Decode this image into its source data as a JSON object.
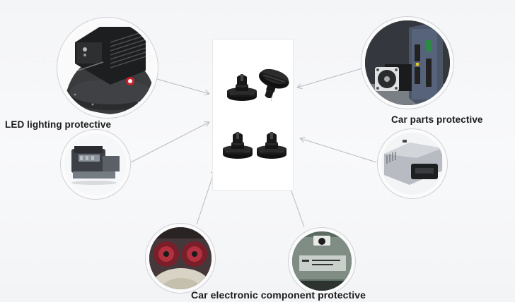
{
  "labels": {
    "led": "LED lighting protective",
    "car_parts": "Car parts protective",
    "car_electronic": "Car electronic component protective"
  },
  "center": {
    "product": "black-plastic-snap-rivet-clips",
    "count": 4
  },
  "images": [
    {
      "id": "led-lamp",
      "icon": "led-high-bay-lamp-image"
    },
    {
      "id": "engine",
      "icon": "car-engine-image"
    },
    {
      "id": "servo",
      "icon": "servo-motor-driver-image"
    },
    {
      "id": "ecu-right",
      "icon": "ecu-module-image"
    },
    {
      "id": "gauges",
      "icon": "dashboard-gauges-image"
    },
    {
      "id": "ecu-bottom",
      "icon": "bosch-ecu-image"
    }
  ],
  "colors": {
    "background": "#f5f6f8",
    "connector": "#b8babe",
    "circle_border": "#cfd1d5",
    "label_text": "#1b1b1b",
    "accent_red": "#d0202a"
  }
}
